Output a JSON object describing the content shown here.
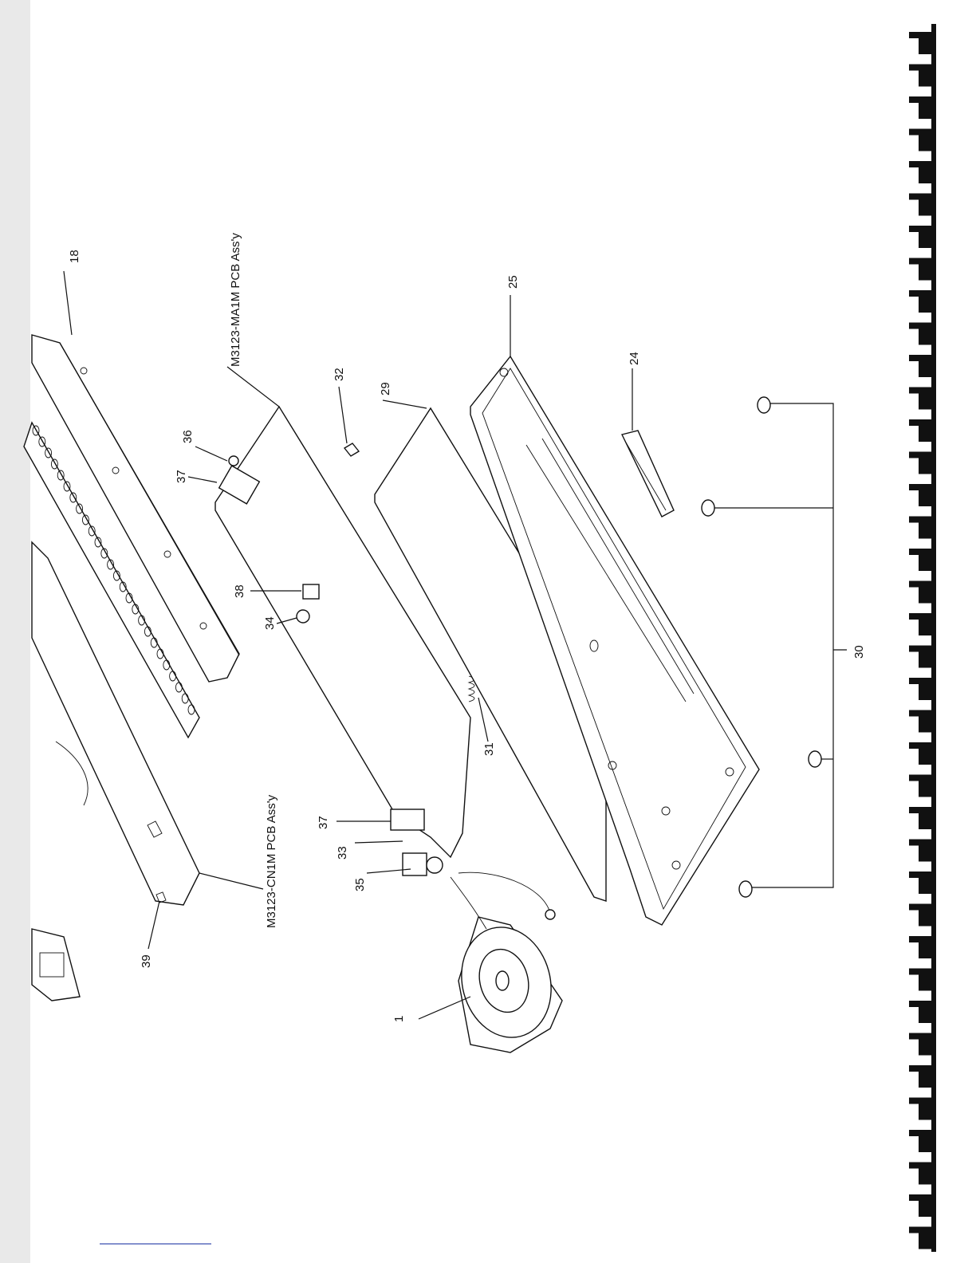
{
  "callouts": [
    {
      "id": "c1",
      "text": "1"
    },
    {
      "id": "c18",
      "text": "18"
    },
    {
      "id": "c24",
      "text": "24"
    },
    {
      "id": "c25",
      "text": "25"
    },
    {
      "id": "c29",
      "text": "29"
    },
    {
      "id": "c30",
      "text": "30"
    },
    {
      "id": "c31",
      "text": "31"
    },
    {
      "id": "c32",
      "text": "32"
    },
    {
      "id": "c33",
      "text": "33"
    },
    {
      "id": "c34",
      "text": "34"
    },
    {
      "id": "c35",
      "text": "35"
    },
    {
      "id": "c36",
      "text": "36"
    },
    {
      "id": "c37a",
      "text": "37"
    },
    {
      "id": "c37b",
      "text": "37"
    },
    {
      "id": "c38",
      "text": "38"
    },
    {
      "id": "c39",
      "text": "39"
    }
  ],
  "assemblies": {
    "ma1m": "M3123-MA1M PCB Ass'y",
    "cn1m": "M3123-CN1M PCB Ass'y"
  }
}
